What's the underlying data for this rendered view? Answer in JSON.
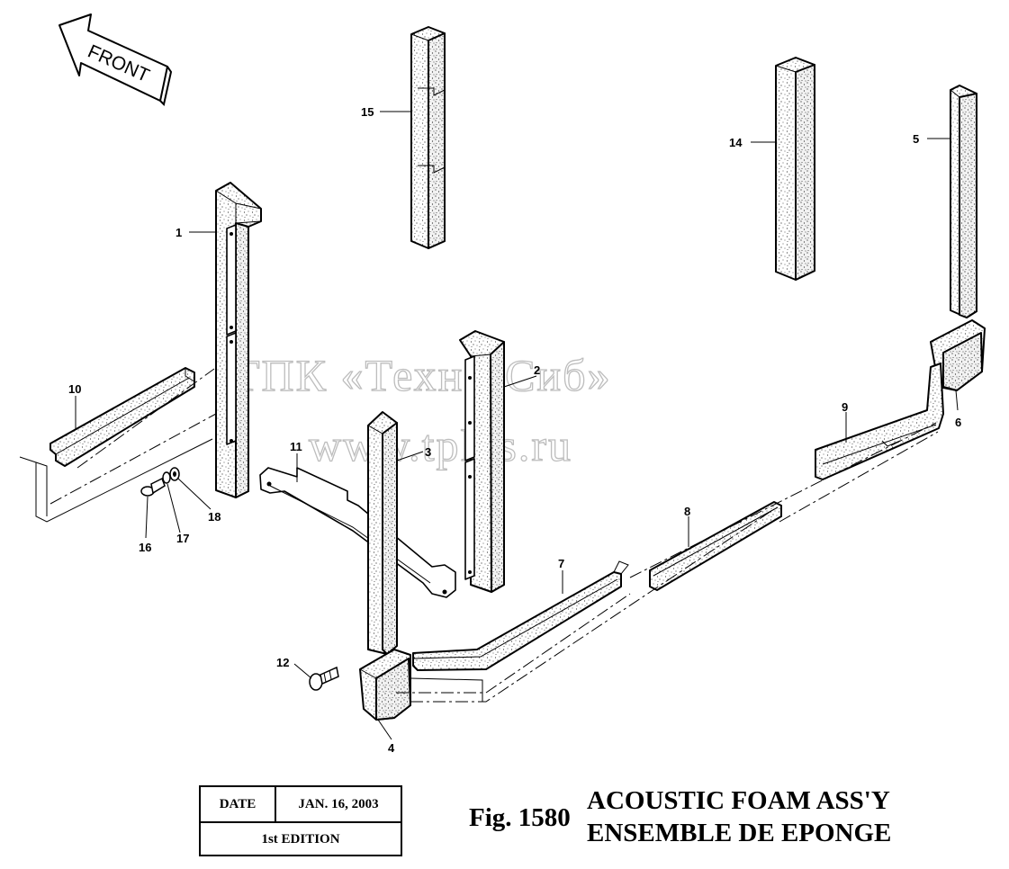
{
  "front_arrow": {
    "label": "FRONT"
  },
  "watermark": {
    "line1": "ТПК «Техно-Сиб»",
    "line2": "www.tpkts.ru"
  },
  "callouts": {
    "c1": "1",
    "c2": "2",
    "c3": "3",
    "c4": "4",
    "c5": "5",
    "c6": "6",
    "c7": "7",
    "c8": "8",
    "c9": "9",
    "c10": "10",
    "c11": "11",
    "c12": "12",
    "c14": "14",
    "c15": "15",
    "c16": "16",
    "c17": "17",
    "c18": "18"
  },
  "title_block": {
    "date_label": "DATE",
    "date_value": "JAN. 16, 2003",
    "edition": "1st EDITION"
  },
  "figure": {
    "number": "Fig. 1580",
    "title_en": "ACOUSTIC FOAM ASS'Y",
    "title_fr": "ENSEMBLE DE EPONGE"
  },
  "colors": {
    "ink": "#000000",
    "watermark": "#bdbdbd",
    "paper": "#ffffff"
  }
}
